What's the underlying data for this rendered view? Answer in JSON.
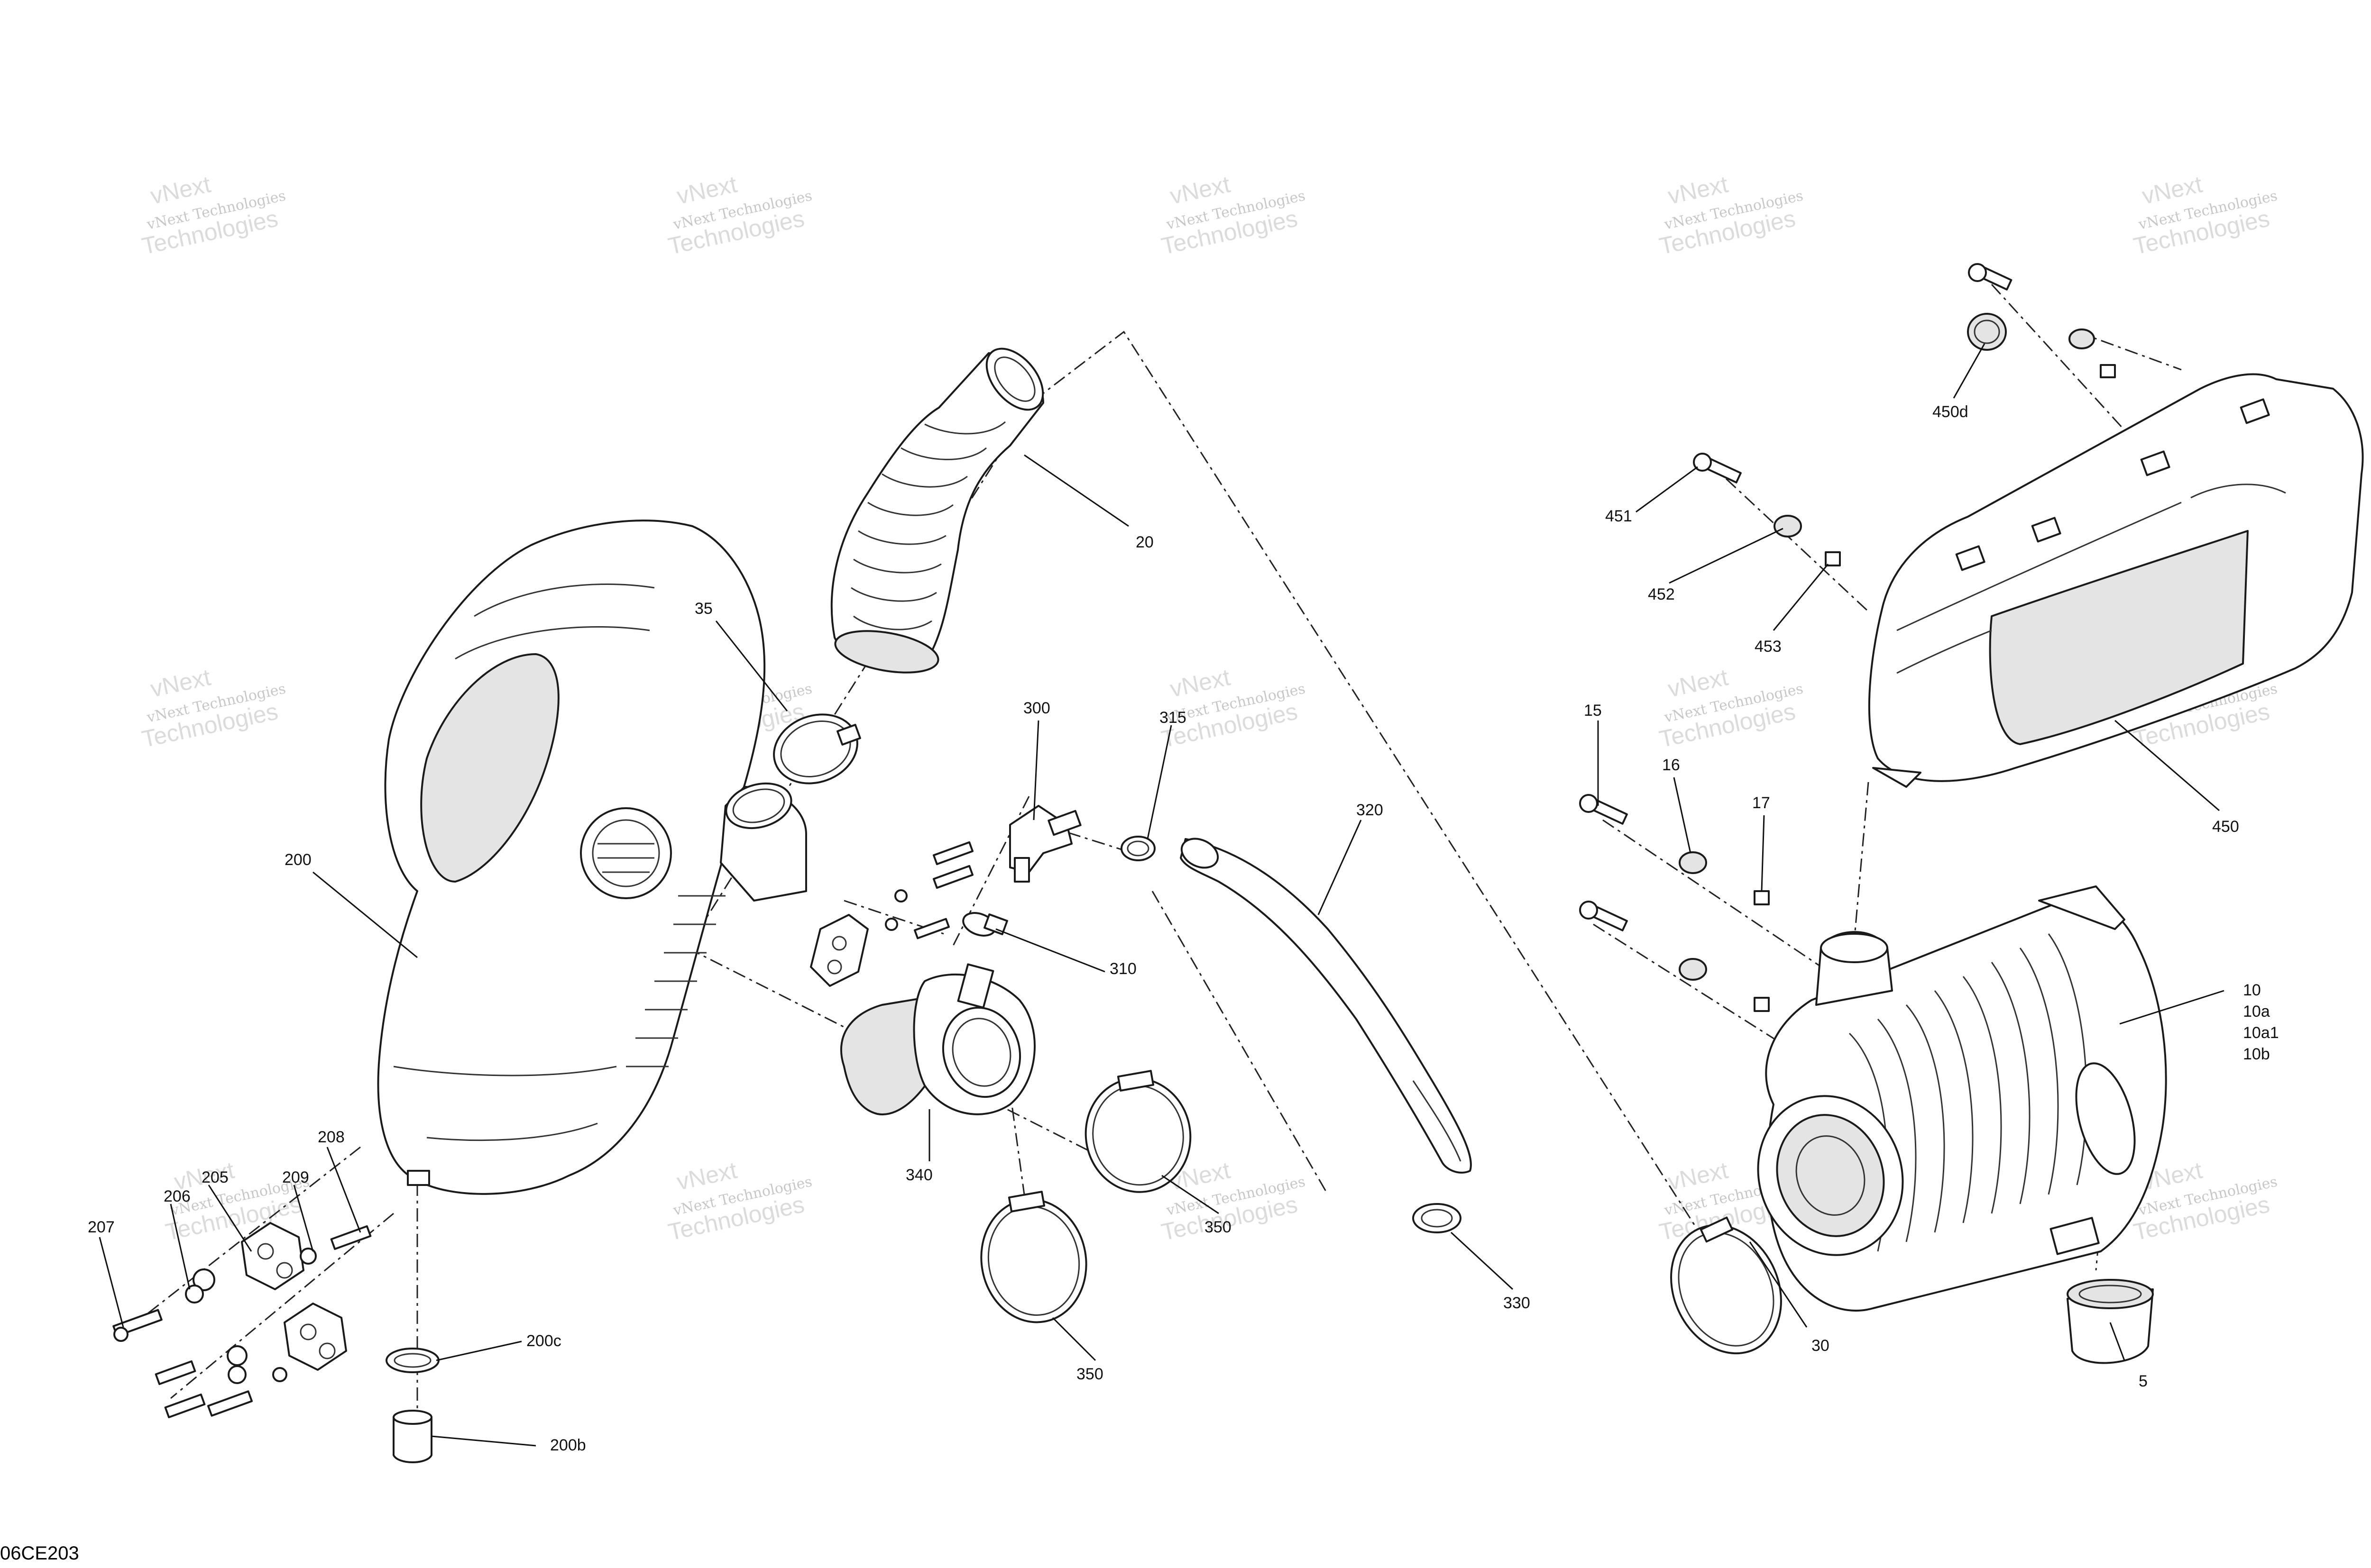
{
  "watermark": {
    "line1": "vNext Technologies",
    "line2": "Technologies",
    "line3": "vNext"
  },
  "drawing_code": "06CE203",
  "callouts": {
    "p20": "20",
    "p35": "35",
    "p200": "200",
    "p300": "300",
    "p310": "310",
    "p320": "320",
    "p330": "330",
    "p340": "340",
    "p350a": "350",
    "p350b": "350",
    "p15": "15",
    "p16": "16",
    "p17": "17",
    "p450": "450",
    "p450d": "450d",
    "p451": "451",
    "p452": "452",
    "p453": "453",
    "p10": "10",
    "p10a": "10a",
    "p10a1": "10a1",
    "p10b": "10b",
    "p30": "30",
    "p5": "5",
    "p205": "205",
    "p206": "206",
    "p207": "207",
    "p208": "208",
    "p209": "209",
    "p200b": "200b",
    "p200c": "200c",
    "p315": "315"
  }
}
